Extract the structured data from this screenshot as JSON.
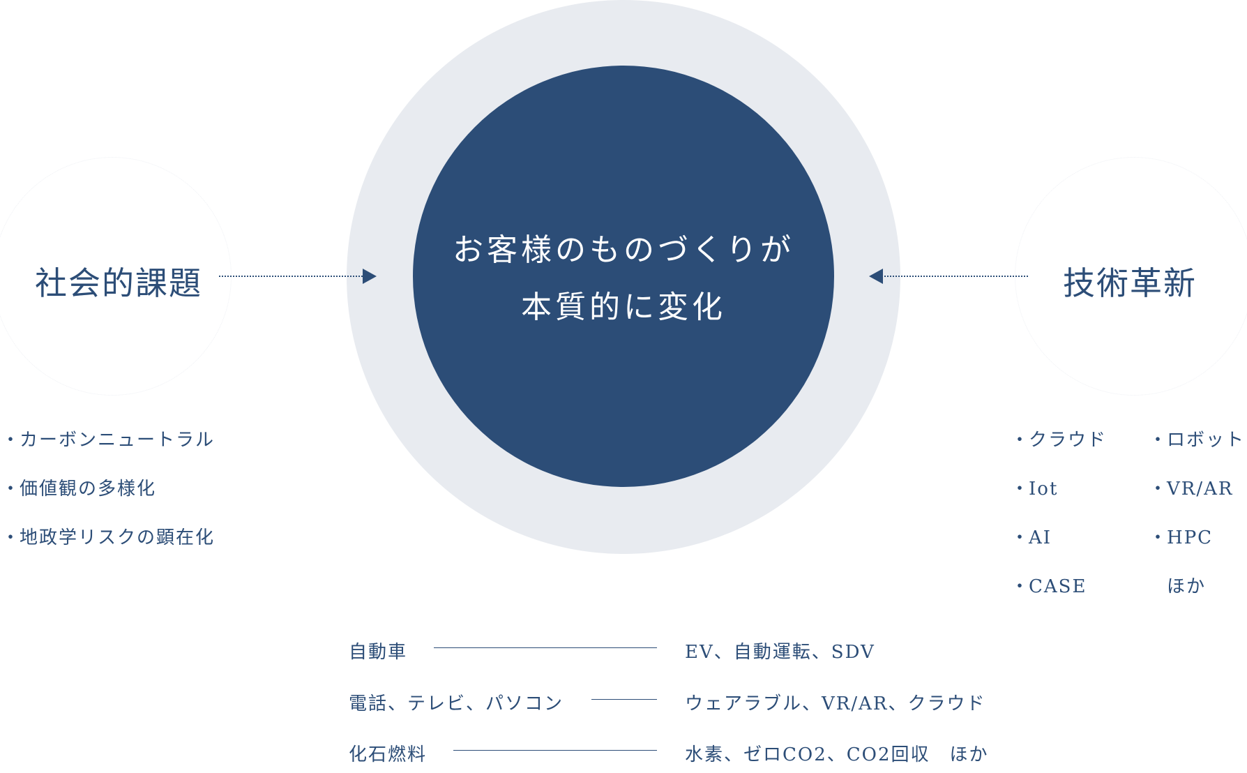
{
  "center": {
    "line1": "お客様のものづくりが",
    "line2": "本質的に変化"
  },
  "left": {
    "heading": "社会的課題",
    "items": [
      "カーボンニュートラル",
      "価値観の多様化",
      "地政学リスクの顕在化"
    ]
  },
  "right": {
    "heading": "技術革新",
    "column1": [
      "クラウド",
      "Iot",
      "AI",
      "CASE"
    ],
    "column2": [
      "ロボット",
      "VR/AR",
      "HPC"
    ],
    "more": "ほか"
  },
  "changes": [
    {
      "from": "自動車",
      "to": "EV、自動運転、SDV"
    },
    {
      "from": "電話、テレビ、パソコン",
      "to": "ウェアラブル、VR/AR、クラウド"
    },
    {
      "from": "化石燃料",
      "to": "水素、ゼロCO2、CO2回収　ほか"
    }
  ],
  "colors": {
    "navy": "#2c4d77",
    "ring": "#e8ebf0",
    "white": "#ffffff"
  }
}
